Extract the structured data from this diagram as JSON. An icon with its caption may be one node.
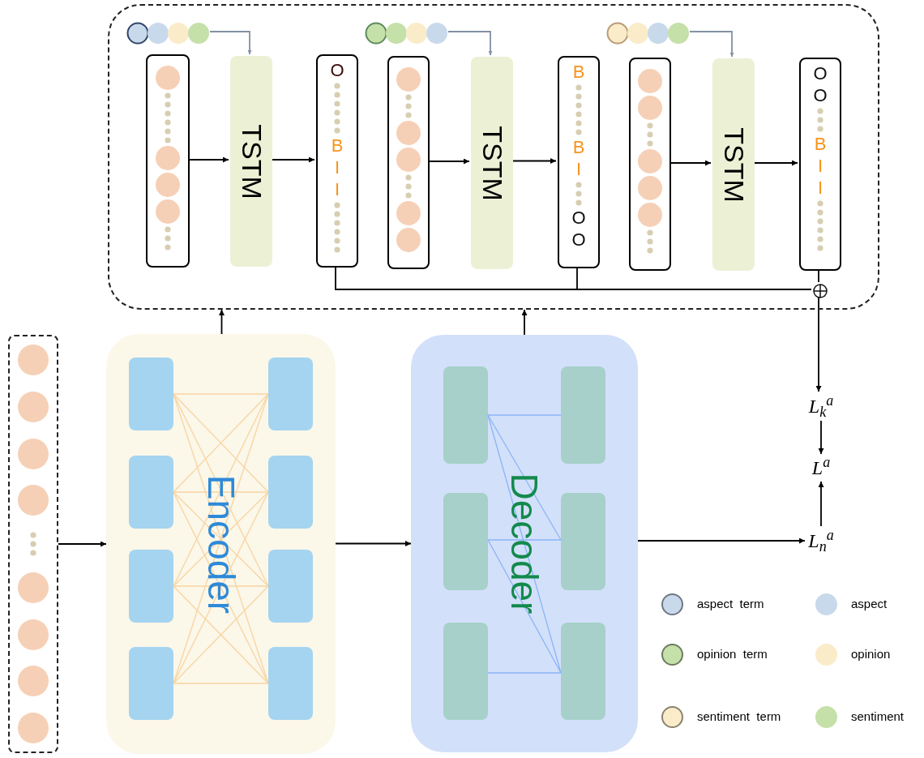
{
  "diagram": {
    "nodes": [
      {
        "text": [],
        "shape": "box"
      },
      {
        "text": [],
        "shape": "circle",
        "in": 0
      },
      {
        "text": [],
        "shape": "box",
        "in": 0
      },
      {
        "text": [
          "TSTM"
        ],
        "in": 0
      },
      {
        "text": [
          "O",
          "B",
          "I",
          "I"
        ],
        "in": 0
      },
      {
        "text": [],
        "shape": "circle",
        "in": 0
      },
      {
        "text": [],
        "shape": "box",
        "in": 0
      },
      {
        "text": [
          "TSTM"
        ],
        "in": 0
      },
      {
        "text": [
          "B",
          "B",
          "I",
          "O",
          "O"
        ],
        "in": 0
      },
      {
        "text": [],
        "shape": "circle",
        "in": 0
      },
      {
        "text": [],
        "shape": "box",
        "in": 0
      },
      {
        "text": [
          "TSTM"
        ],
        "in": 0
      },
      {
        "text": [
          "O",
          "O",
          "B",
          "I",
          "I"
        ],
        "in": 0
      },
      {
        "text": [],
        "shape": "circle",
        "in": 0
      },
      {
        "text": [],
        "shape": "box"
      },
      {
        "text": [
          "Encoder"
        ]
      },
      {
        "text": [
          "Decoder"
        ]
      },
      {
        "text": [
          "L$_{k}$$^{a}$"
        ]
      },
      {
        "text": [
          "L$^{a}$"
        ]
      },
      {
        "text": [
          "L$_{n}$$^{a}$"
        ]
      }
    ],
    "edges": [
      {
        "from": 14,
        "to": 15,
        "arrow": "to"
      },
      {
        "from": 15,
        "to": 16,
        "arrow": "to"
      },
      {
        "from": 15,
        "to": 0,
        "arrow": "to"
      },
      {
        "from": 16,
        "to": 0,
        "arrow": "to"
      },
      {
        "from": 2,
        "to": 3,
        "arrow": "to"
      },
      {
        "from": 3,
        "to": 4,
        "arrow": "to"
      },
      {
        "from": 6,
        "to": 7,
        "arrow": "to"
      },
      {
        "from": 7,
        "to": 8,
        "arrow": "to"
      },
      {
        "from": 10,
        "to": 11,
        "arrow": "to"
      },
      {
        "from": 11,
        "to": 12,
        "arrow": "to"
      },
      {
        "from": 1,
        "to": 3,
        "arrow": "to",
        "color": "#8391a2"
      },
      {
        "from": 5,
        "to": 7,
        "arrow": "to",
        "color": "#8391a2"
      },
      {
        "from": 9,
        "to": 11,
        "arrow": "to",
        "color": "#8391a2"
      },
      {
        "from": 4,
        "to": 13,
        "arrow": "none"
      },
      {
        "from": 8,
        "to": 13,
        "arrow": "none"
      },
      {
        "from": 12,
        "to": 13,
        "arrow": "none"
      },
      {
        "from": 13,
        "to": 17,
        "arrow": "to"
      },
      {
        "from": 17,
        "to": 18,
        "arrow": "to"
      },
      {
        "from": 19,
        "to": 18,
        "arrow": "to"
      },
      {
        "from": 16,
        "to": 19,
        "arrow": "to"
      }
    ],
    "legend": [
      {
        "text": "aspect  term",
        "color": "#c9d9ec"
      },
      {
        "text": "aspect",
        "color": "#c9d9ec"
      },
      {
        "text": "opinion  term",
        "color": "#c5e0a9"
      },
      {
        "text": "opinion",
        "color": "#faecc9"
      },
      {
        "text": "sentiment  term",
        "color": "#faecc9"
      },
      {
        "text": "sentiment",
        "color": "#c5e0a9"
      }
    ]
  }
}
